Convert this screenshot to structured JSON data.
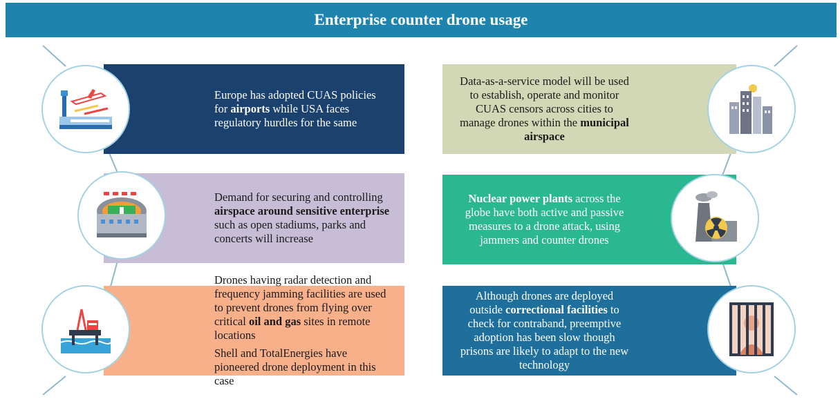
{
  "title": "Enterprise counter drone usage",
  "cards": [
    {
      "icon": "airport-icon",
      "paragraphs": [
        [
          "Europe has adopted CUAS policies for ",
          {
            "b": "airports"
          },
          " while USA faces regulatory hurdles for the same"
        ]
      ]
    },
    {
      "icon": "stadium-icon",
      "paragraphs": [
        [
          "Demand for securing and controlling ",
          {
            "b": "airspace around sensitive enterprise"
          },
          " such as open stadiums, parks and concerts will increase"
        ]
      ]
    },
    {
      "icon": "oil-rig-icon",
      "paragraphs": [
        [
          "Drones having radar detection and frequency jamming facilities are used to prevent drones from flying over critical ",
          {
            "b": "oil and gas"
          },
          " sites in remote locations"
        ],
        [
          "Shell and TotalEnergies have pioneered drone deployment in this case"
        ]
      ]
    },
    {
      "icon": "city-buildings-icon",
      "paragraphs": [
        [
          "Data-as-a-service model will be used to establish, operate and monitor CUAS censors across cities to manage drones within the ",
          {
            "b": "municipal airspace"
          }
        ]
      ]
    },
    {
      "icon": "nuclear-plant-icon",
      "paragraphs": [
        [
          {
            "b": "Nuclear power plants"
          },
          " across the globe have both active and passive measures to a drone attack, using jammers and counter drones"
        ]
      ]
    },
    {
      "icon": "prison-icon",
      "paragraphs": [
        [
          "Although drones are deployed outside ",
          {
            "b": "correctional facilities"
          },
          " to check for contraband, preemptive adoption has been slow though prisons are likely to adapt to the new technology"
        ]
      ]
    }
  ]
}
